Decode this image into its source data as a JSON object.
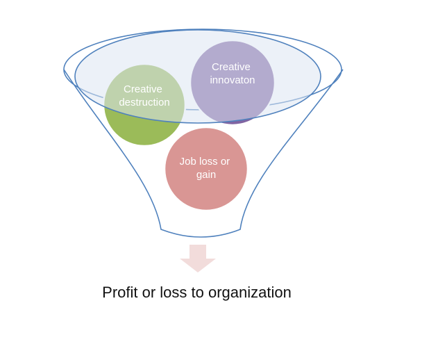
{
  "diagram": {
    "nodes": [
      {
        "id": "creative-destruction",
        "lines": [
          "Creative",
          "destruction"
        ],
        "color": "#9BBB59"
      },
      {
        "id": "creative-innovation",
        "lines": [
          "Creative",
          "innovaton"
        ],
        "color": "#8064A2"
      },
      {
        "id": "job-loss-or-gain",
        "lines": [
          "Job loss or",
          "gain"
        ],
        "color": "#D99694"
      }
    ],
    "outcome": "Profit or loss to organization",
    "colors": {
      "funnel_stroke": "#4F81BD",
      "funnel_rim_fill": "#DCE6F2",
      "arrow": "#F2DCDB"
    }
  }
}
